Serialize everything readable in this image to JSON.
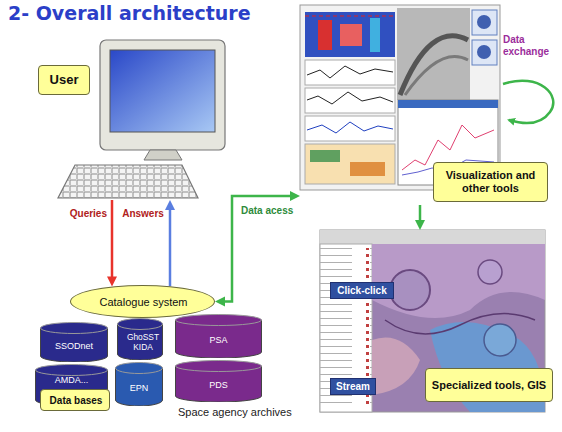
{
  "diagram": {
    "title": "2- Overall architecture",
    "nodes": [
      {
        "text": [
          "User"
        ]
      },
      {
        "text": [
          "Catalogue system"
        ]
      },
      {
        "text": [
          "SSODnet"
        ]
      },
      {
        "text": [
          "GhoSST KIDA"
        ]
      },
      {
        "text": [
          "PSA"
        ]
      },
      {
        "text": [
          "AMDA..."
        ]
      },
      {
        "text": [
          "EPN"
        ]
      },
      {
        "text": [
          "PDS"
        ]
      },
      {
        "text": [
          "Data bases"
        ]
      },
      {
        "text": [
          "Visualization and other tools"
        ]
      },
      {
        "text": [
          "Click-click",
          "Stream",
          "Specialized tools, GIS"
        ]
      }
    ],
    "edges": [
      {
        "from": 0,
        "to": 1,
        "label": "Queries",
        "arrow": "to"
      },
      {
        "from": 1,
        "to": 0,
        "label": "Answers",
        "arrow": "to"
      },
      {
        "from": 1,
        "to": 9,
        "label": "Data acess",
        "arrow": "both"
      },
      {
        "from": 9,
        "to": 10,
        "arrow": "to"
      }
    ],
    "labels": [
      "Data exchange",
      "Space agency archives"
    ]
  }
}
